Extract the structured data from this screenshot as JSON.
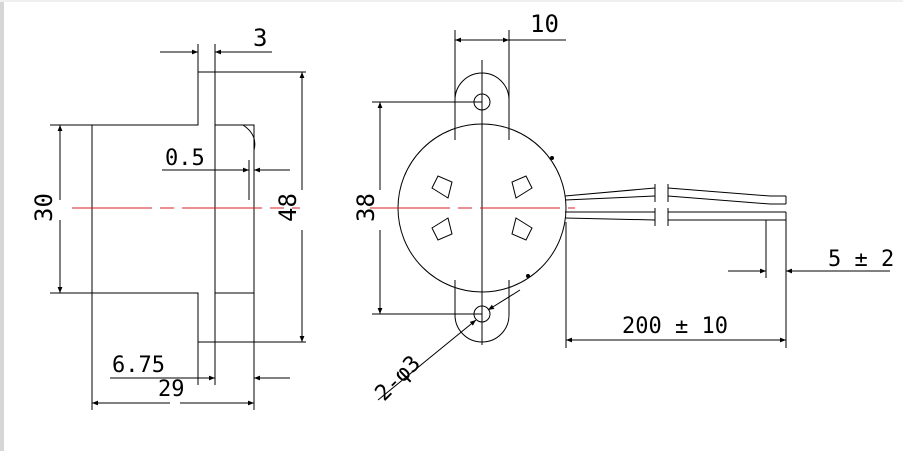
{
  "colors": {
    "line": "#000000",
    "centerline": "#d62020",
    "background": "#ffffff"
  },
  "dimensions": {
    "thickness": "3",
    "gap": "0.5",
    "body_diameter": "30",
    "flange_length": "48",
    "face_offset": "6.75",
    "depth": "29",
    "tab_width": "10",
    "hole_spacing": "38",
    "holes": "2-φ3",
    "strip": "5 ± 2",
    "lead_length": "200 ± 10"
  }
}
